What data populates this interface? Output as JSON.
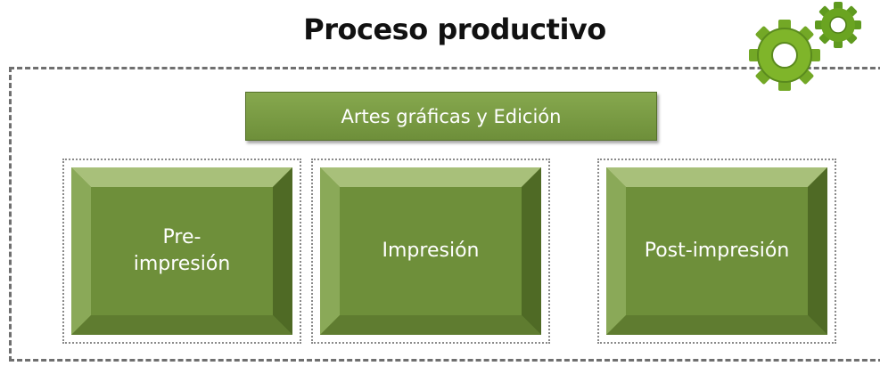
{
  "diagram": {
    "title": "Proceso productivo",
    "header": "Artes gráficas y Edición",
    "stages": [
      {
        "label": "Pre-\nimpresión"
      },
      {
        "label": "Impresión"
      },
      {
        "label": "Post-impresión"
      }
    ],
    "colors": {
      "box_fill": "#6e8f3a",
      "bevel_top": "#a8c07a",
      "bevel_left": "#8aa958",
      "bevel_right": "#4f6a25",
      "bevel_bottom": "#5f7c30",
      "gear_light": "#7fb52a",
      "gear_dark": "#5a8a1e",
      "frame_border": "#6f6f6f"
    },
    "icons": [
      "gears-icon"
    ]
  }
}
